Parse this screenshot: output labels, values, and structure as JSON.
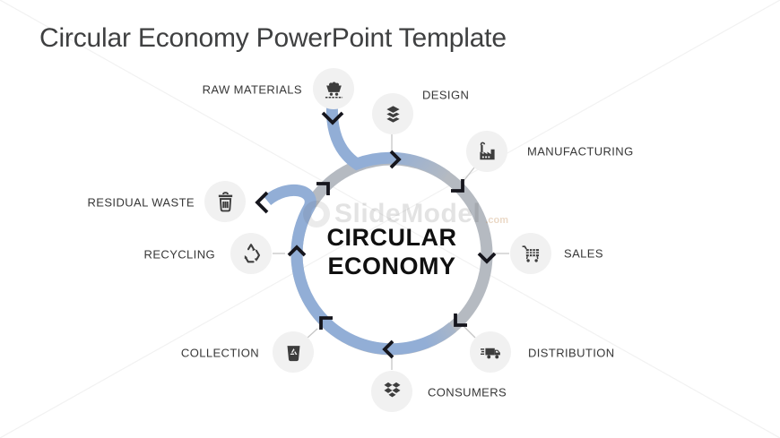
{
  "header": {
    "title": "Circular Economy PowerPoint Template"
  },
  "diagram": {
    "center": {
      "line1": "CIRCULAR",
      "line2": "ECONOMY"
    },
    "stages": [
      {
        "label": "RAW MATERIALS",
        "icon": "mine-cart-icon"
      },
      {
        "label": "DESIGN",
        "icon": "layers-icon"
      },
      {
        "label": "MANUFACTURING",
        "icon": "factory-icon"
      },
      {
        "label": "SALES",
        "icon": "shopping-cart-icon"
      },
      {
        "label": "DISTRIBUTION",
        "icon": "delivery-truck-icon"
      },
      {
        "label": "CONSUMERS",
        "icon": "open-box-icon"
      },
      {
        "label": "COLLECTION",
        "icon": "recycle-bin-icon"
      },
      {
        "label": "RECYCLING",
        "icon": "recycle-arrows-icon"
      },
      {
        "label": "RESIDUAL WASTE",
        "icon": "trash-can-icon"
      }
    ],
    "colors": {
      "flow_accent": "#92aed6",
      "ring_gray": "#b5bac1",
      "arrow_black": "#16161d",
      "icon_dark": "#3d3d3d",
      "icon_bg": "#f1f1f1"
    }
  },
  "watermark": {
    "brand": "SlideModel",
    "suffix": ".com"
  }
}
